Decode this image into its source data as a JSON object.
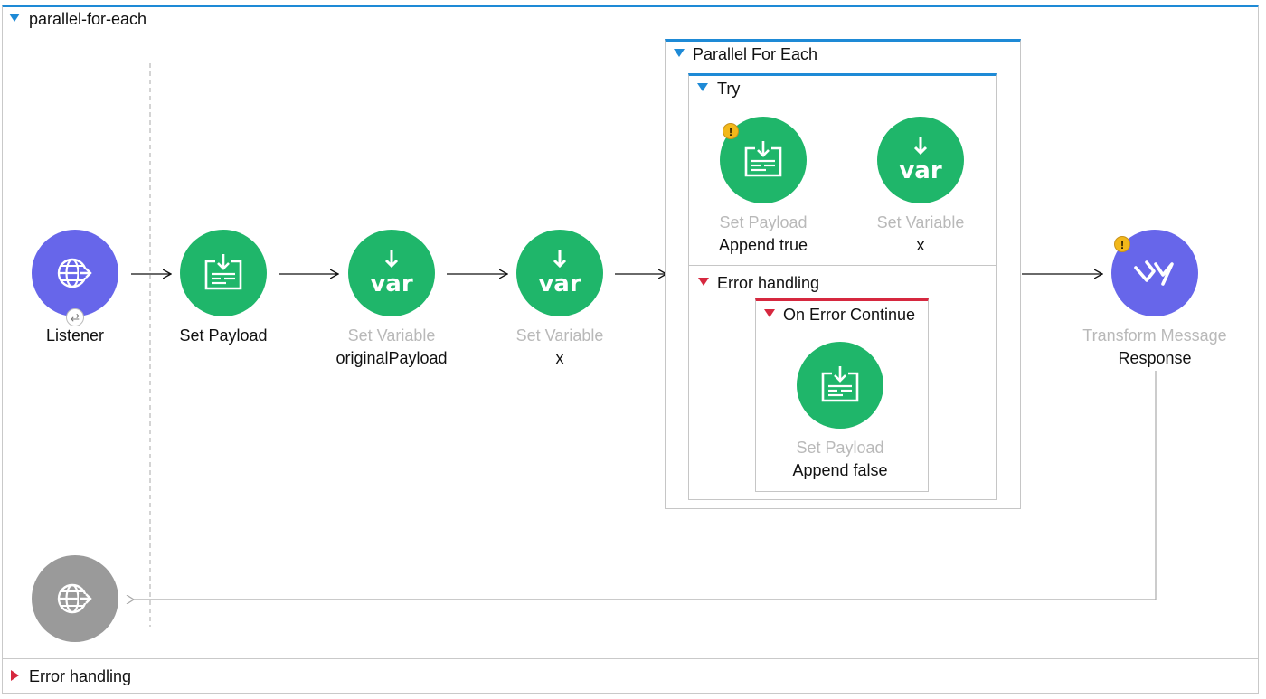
{
  "flow": {
    "name": "parallel-for-each"
  },
  "error_handling_bottom": {
    "label": "Error handling"
  },
  "nodes": {
    "listener": {
      "name": "Listener",
      "icon": "http-listener-icon",
      "color": "#6766ea"
    },
    "set_payload": {
      "type": "Set Payload",
      "icon": "set-payload-icon",
      "color": "#1fb66a"
    },
    "set_variable_1": {
      "type": "Set Variable",
      "name": "originalPayload",
      "icon": "var-icon"
    },
    "set_variable_2": {
      "type": "Set Variable",
      "name": "x",
      "icon": "var-icon"
    },
    "transform": {
      "type": "Transform Message",
      "name": "Response",
      "icon": "dataweave-icon",
      "warning": "!"
    },
    "response_source": {
      "icon": "http-listener-icon",
      "color": "#9a9a9a"
    }
  },
  "parallel_for_each": {
    "title": "Parallel For Each",
    "try": {
      "title": "Try",
      "set_payload": {
        "type": "Set Payload",
        "name": "Append true",
        "warning": "!"
      },
      "set_variable": {
        "type": "Set Variable",
        "name": "x"
      }
    },
    "error_handling": {
      "title": "Error handling",
      "on_error_continue": {
        "title": "On Error Continue",
        "set_payload": {
          "type": "Set Payload",
          "name": "Append false"
        }
      }
    }
  },
  "colors": {
    "accent": "#1e8ad6",
    "error": "#d6283f",
    "green": "#1fb66a",
    "purple": "#6766ea",
    "warning": "#f2b81a"
  }
}
